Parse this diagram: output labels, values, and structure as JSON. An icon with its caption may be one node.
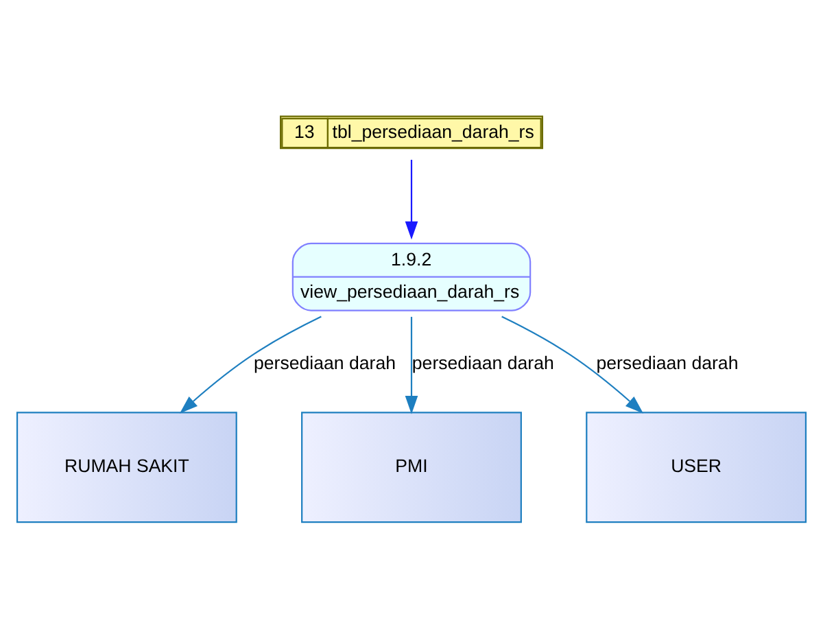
{
  "diagram": {
    "nodes": [
      {
        "text": [
          "RUMAH SAKIT"
        ]
      },
      {
        "text": [
          "13",
          "tbl_persediaan_darah_rs"
        ]
      },
      {
        "text": [
          "1.9.2",
          "view_persediaan_darah_rs"
        ]
      },
      {
        "text": [
          "PMI"
        ]
      },
      {
        "text": [
          "USER"
        ]
      }
    ],
    "edges": [
      {
        "from": 1,
        "to": 2,
        "arrow": "to",
        "color": "#1a1aff"
      },
      {
        "from": 2,
        "to": 0,
        "arrow": "to",
        "label": "persediaan darah"
      },
      {
        "from": 2,
        "to": 3,
        "arrow": "to",
        "label": "persediaan darah"
      },
      {
        "from": 2,
        "to": 4,
        "arrow": "to",
        "label": "persediaan darah"
      }
    ]
  }
}
